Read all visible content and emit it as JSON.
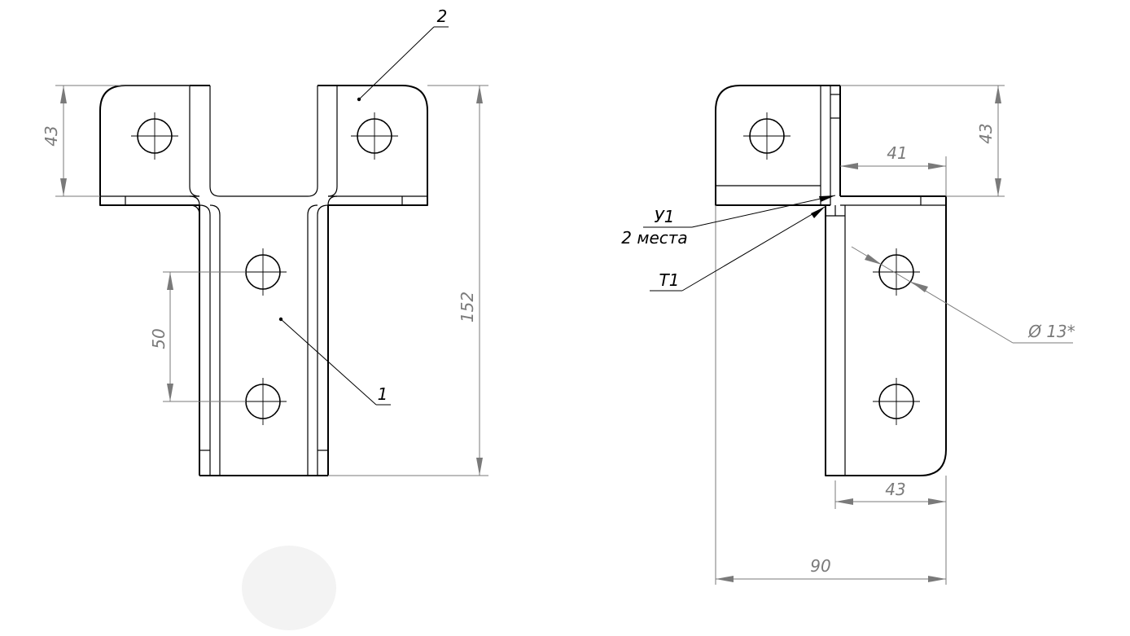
{
  "front_view": {
    "dims": {
      "flange_height": "43",
      "hole_spacing": "50",
      "overall_height": "152"
    },
    "callouts": {
      "part_1": "1",
      "part_2": "2"
    }
  },
  "side_view": {
    "dims": {
      "flange_height": "43",
      "flange_width": "41",
      "bottom_width": "43",
      "overall_width": "90",
      "hole_diameter": "Ø 13*"
    },
    "weld_labels": {
      "corner": "У1",
      "corner_note": "2 места",
      "tee": "Т1"
    }
  }
}
